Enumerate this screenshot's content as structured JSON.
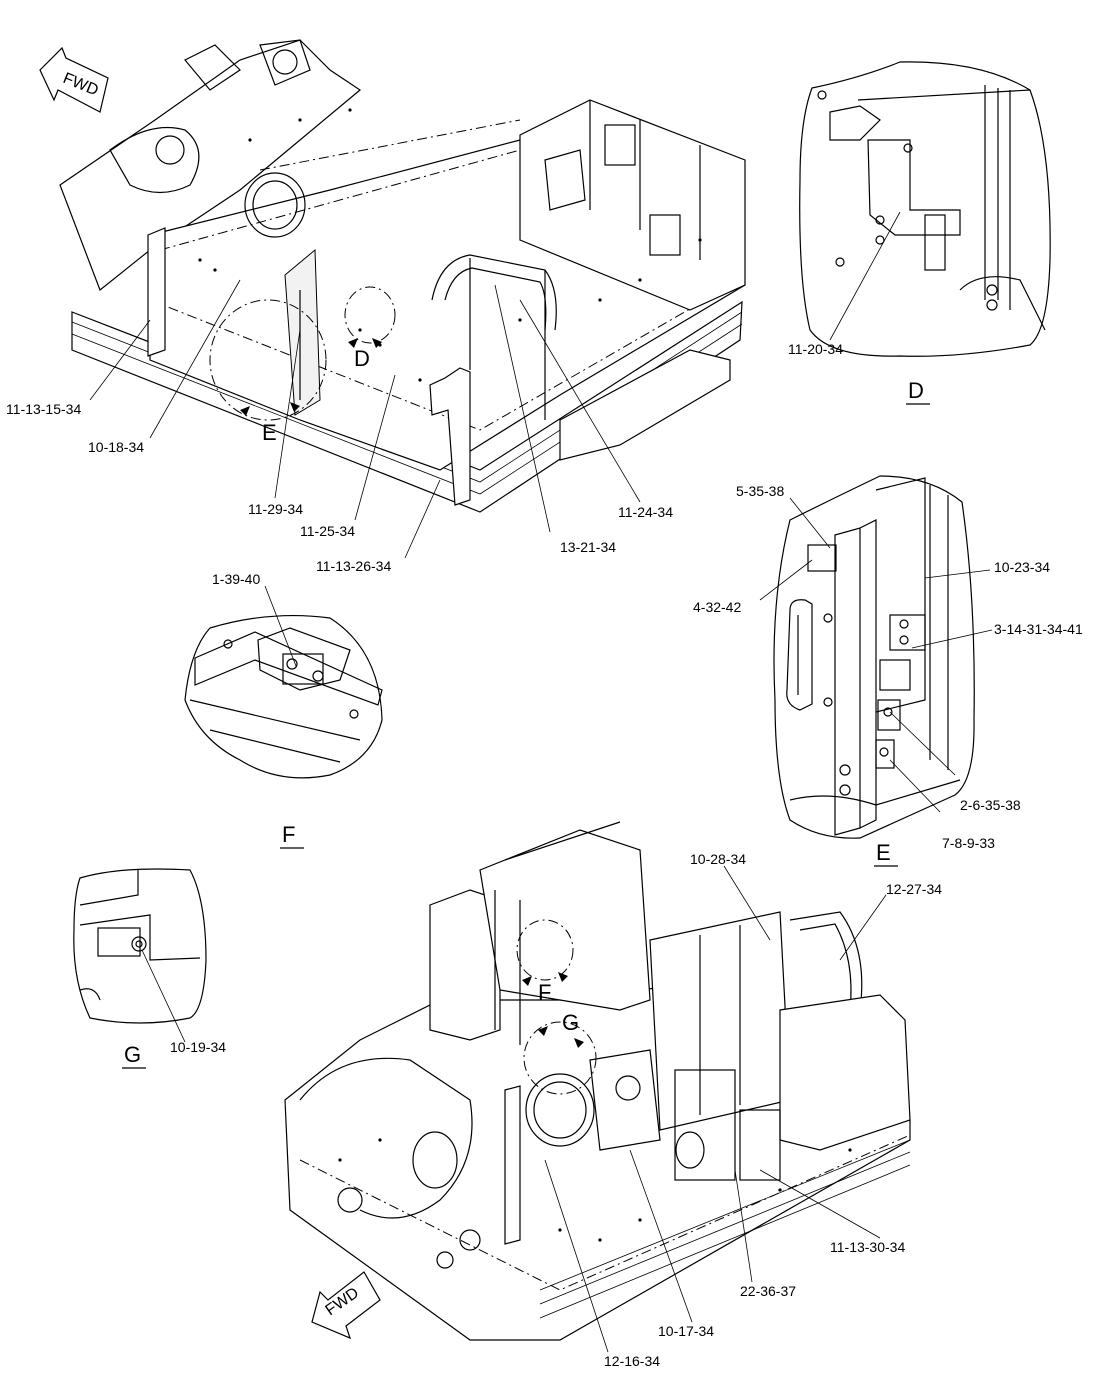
{
  "fwd_labels": [
    "FWD",
    "FWD"
  ],
  "view_letters": {
    "D": "D",
    "E": "E",
    "F": "F",
    "G": "G"
  },
  "callouts": [
    "11-13-15-34",
    "10-18-34",
    "11-29-34",
    "11-25-34",
    "11-13-26-34",
    "13-21-34",
    "11-24-34",
    "11-20-34",
    "5-35-38",
    "4-32-42",
    "10-23-34",
    "3-14-31-34-41",
    "2-6-35-38",
    "7-8-9-33",
    "1-39-40",
    "10-19-34",
    "10-28-34",
    "12-27-34",
    "11-13-30-34",
    "22-36-37",
    "10-17-34",
    "12-16-34"
  ]
}
